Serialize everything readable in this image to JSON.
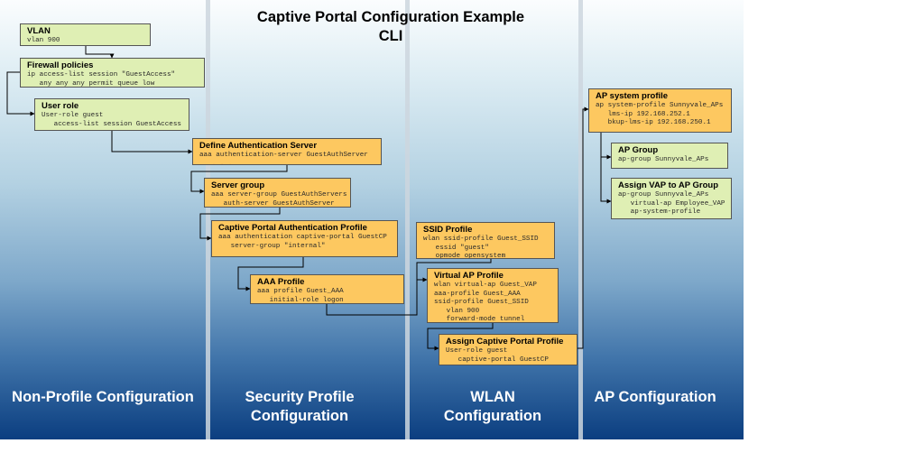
{
  "title": {
    "line1": "Captive Portal Configuration Example",
    "line2": "CLI"
  },
  "sections": [
    {
      "id": "non-profile",
      "label": "Non-Profile Configuration"
    },
    {
      "id": "security",
      "label": "Security Profile Configuration"
    },
    {
      "id": "wlan",
      "label": "WLAN Configuration"
    },
    {
      "id": "ap",
      "label": "AP Configuration"
    }
  ],
  "colors": {
    "config_box_green": "#dfefb4",
    "profile_box_orange": "#fdc860",
    "section_text": "#ffffff"
  },
  "boxes": {
    "vlan": {
      "title": "VLAN",
      "code": "vlan 900"
    },
    "firewall": {
      "title": "Firewall policies",
      "code": "ip access-list session \"GuestAccess\"\n   any any any permit queue low"
    },
    "user_role": {
      "title": "User role",
      "code": "User-role guest\n   access-list session GuestAccess"
    },
    "auth_server": {
      "title": "Define Authentication Server",
      "code": "aaa authentication-server GuestAuthServer\n   . . ."
    },
    "server_group": {
      "title": "Server group",
      "code": "aaa server-group GuestAuthServers\n   auth-server GuestAuthServer"
    },
    "cp_auth": {
      "title": "Captive Portal Authentication Profile",
      "code": "aaa authentication captive-portal GuestCP\n   server-group \"internal\""
    },
    "aaa_profile": {
      "title": "AAA Profile",
      "code": "aaa profile Guest_AAA\n   initial-role logon"
    },
    "ssid": {
      "title": "SSID Profile",
      "code": "wlan ssid-profile Guest_SSID\n   essid \"guest\"\n   opmode opensystem"
    },
    "vap": {
      "title": "Virtual AP Profile",
      "code": "wlan virtual-ap Guest_VAP\naaa-profile Guest_AAA\nssid-profile Guest_SSID\n   vlan 900\n   forward-mode tunnel"
    },
    "assign_cp": {
      "title": "Assign Captive Portal Profile",
      "code": "User-role guest\n   captive-portal GuestCP"
    },
    "ap_system": {
      "title": "AP system profile",
      "code": "ap system-profile Sunnyvale_APs\n   lms-ip 192.168.252.1\n   bkup-lms-ip 192.168.250.1"
    },
    "ap_group": {
      "title": "AP Group",
      "code": "ap-group Sunnyvale_APs"
    },
    "assign_vap": {
      "title": "Assign VAP to AP Group",
      "code": "ap-group Sunnyvale_APs\n   virtual-ap Employee_VAP\n   ap-system-profile"
    }
  }
}
